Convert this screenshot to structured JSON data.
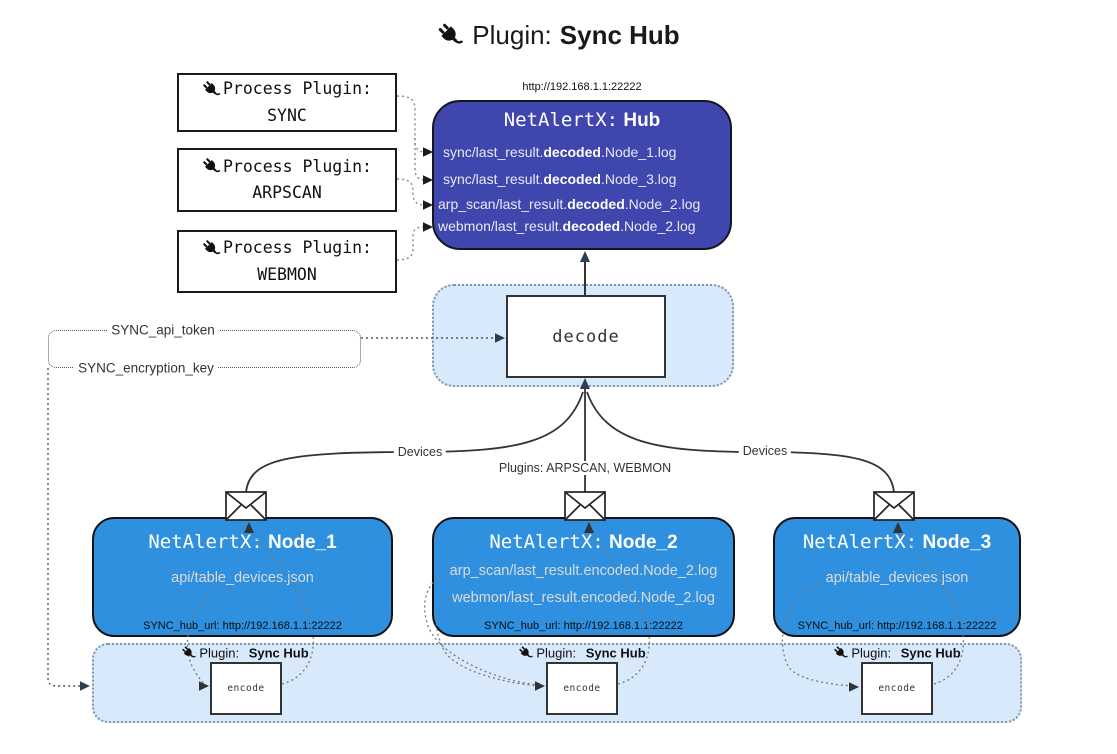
{
  "header": {
    "title_prefix": "Plugin:",
    "title_name": "Sync Hub"
  },
  "hub": {
    "url": "http://192.168.1.1:22222",
    "name_prefix": "NetAlertX:",
    "name": "Hub",
    "logs": [
      {
        "pre": "sync/last_result.",
        "bold": "decoded",
        "post": ".Node_1.log"
      },
      {
        "pre": "sync/last_result.",
        "bold": "decoded",
        "post": ".Node_3.log"
      },
      {
        "pre": "arp_scan/last_result.",
        "bold": "decoded",
        "post": ".Node_2.log"
      },
      {
        "pre": "webmon/last_result.",
        "bold": "decoded",
        "post": ".Node_2.log"
      }
    ]
  },
  "process_plugins": [
    {
      "label": "Process Plugin:",
      "name": "SYNC"
    },
    {
      "label": "Process Plugin:",
      "name": "ARPSCAN"
    },
    {
      "label": "Process Plugin:",
      "name": "WEBMON"
    }
  ],
  "decode_label": "decode",
  "settings": {
    "api_token": "SYNC_api_token",
    "encryption_key": "SYNC_encryption_key"
  },
  "edge_labels": {
    "devices_left": "Devices",
    "plugins_center": "Plugins: ARPSCAN, WEBMON",
    "devices_right": "Devices"
  },
  "nodes": [
    {
      "name_prefix": "NetAlertX:",
      "name": "Node_1",
      "files": [
        "api/table_devices.json"
      ],
      "hub_url": "SYNC_hub_url: http://192.168.1.1:22222"
    },
    {
      "name_prefix": "NetAlertX:",
      "name": "Node_2",
      "files": [
        "arp_scan/last_result.encoded.Node_2.log",
        "webmon/last_result.encoded.Node_2.log"
      ],
      "hub_url": "SYNC_hub_url: http://192.168.1.1:22222"
    },
    {
      "name_prefix": "NetAlertX:",
      "name": "Node_3",
      "files": [
        "api/table_devices.json"
      ],
      "hub_url": "SYNC_hub_url: http://192.168.1.1:22222"
    }
  ],
  "encoders": [
    {
      "label_prefix": "Plugin:",
      "label_name": "Sync Hub",
      "box_label": "encode"
    },
    {
      "label_prefix": "Plugin:",
      "label_name": "Sync Hub",
      "box_label": "encode"
    },
    {
      "label_prefix": "Plugin:",
      "label_name": "Sync Hub",
      "box_label": "encode"
    }
  ],
  "colors": {
    "hub_fill": "#3f46ad",
    "node_fill": "#2e90df",
    "panel_fill": "#d7e9fb",
    "panel_border": "#7e96ad",
    "arrow_dark": "#2c3e50",
    "line": "#333333"
  }
}
